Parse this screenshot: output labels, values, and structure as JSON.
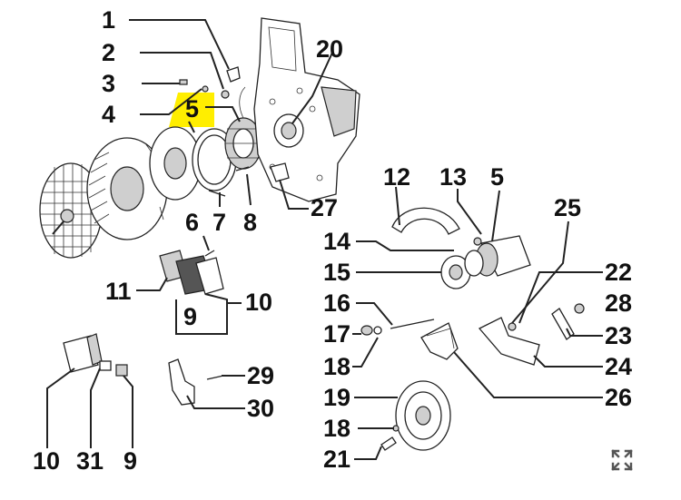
{
  "diagram": {
    "highlight_color": "#ffee00",
    "callouts": {
      "c1": "1",
      "c2": "2",
      "c3": "3",
      "c4": "4",
      "c5a": "5",
      "c20": "20",
      "c6": "6",
      "c7": "7",
      "c8": "8",
      "c27": "27",
      "c11": "11",
      "c10a": "10",
      "c9a": "9",
      "c12": "12",
      "c13": "13",
      "c5b": "5",
      "c25": "25",
      "c14": "14",
      "c15": "15",
      "c22": "22",
      "c16": "16",
      "c28": "28",
      "c17": "17",
      "c23": "23",
      "c18a": "18",
      "c24": "24",
      "c29": "29",
      "c19": "19",
      "c26": "26",
      "c30": "30",
      "c18b": "18",
      "c10b": "10",
      "c31": "31",
      "c9b": "9",
      "c21": "21"
    }
  },
  "controls": {
    "fullscreen_icon": "expand-arrows-icon"
  }
}
